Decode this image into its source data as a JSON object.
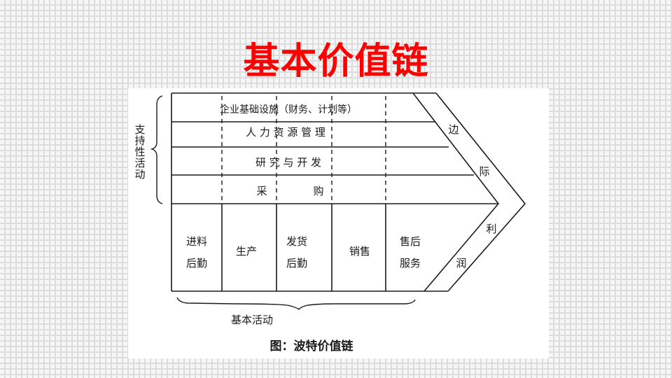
{
  "slide": {
    "title": "基本价值链",
    "title_color": "#ff0000"
  },
  "diagram": {
    "support_label": [
      "支",
      "持",
      "性",
      "活",
      "动"
    ],
    "support_activities": [
      {
        "label": "企业基础设施（财务、计划等）"
      },
      {
        "label": "人 力 资 源 管 理"
      },
      {
        "label": "研 究 与 开 发"
      },
      {
        "label": "采 购"
      }
    ],
    "procurement_parts": [
      "采",
      "购"
    ],
    "primary_activities": [
      {
        "line1": "进料",
        "line2": "后勤"
      },
      {
        "line1": "生产",
        "line2": ""
      },
      {
        "line1": "发货",
        "line2": "后勤"
      },
      {
        "line1": "销售",
        "line2": ""
      },
      {
        "line1": "售后",
        "line2": "服务"
      }
    ],
    "margin_label": [
      "边",
      "际",
      "利",
      "润"
    ],
    "primary_label": "基本活动",
    "caption": "图：波特价值链",
    "line_color": "#1a1a1a"
  }
}
